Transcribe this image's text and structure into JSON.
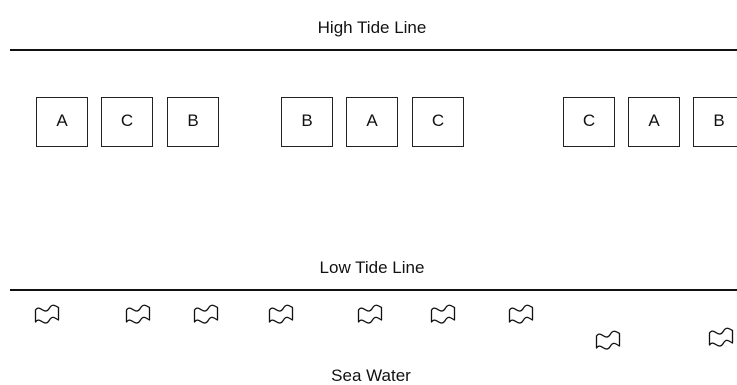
{
  "labels": {
    "high_tide": "High Tide Line",
    "low_tide": "Low Tide Line",
    "sea": "Sea Water"
  },
  "quadrats": {
    "group_1": [
      "A",
      "C",
      "B"
    ],
    "group_2": [
      "B",
      "A",
      "C"
    ],
    "group_3": [
      "C",
      "A",
      "B"
    ]
  },
  "wave_symbols": {
    "count": 9,
    "icon": "wave-flag-icon"
  },
  "colors": {
    "stroke": "#111111",
    "background": "#ffffff"
  }
}
